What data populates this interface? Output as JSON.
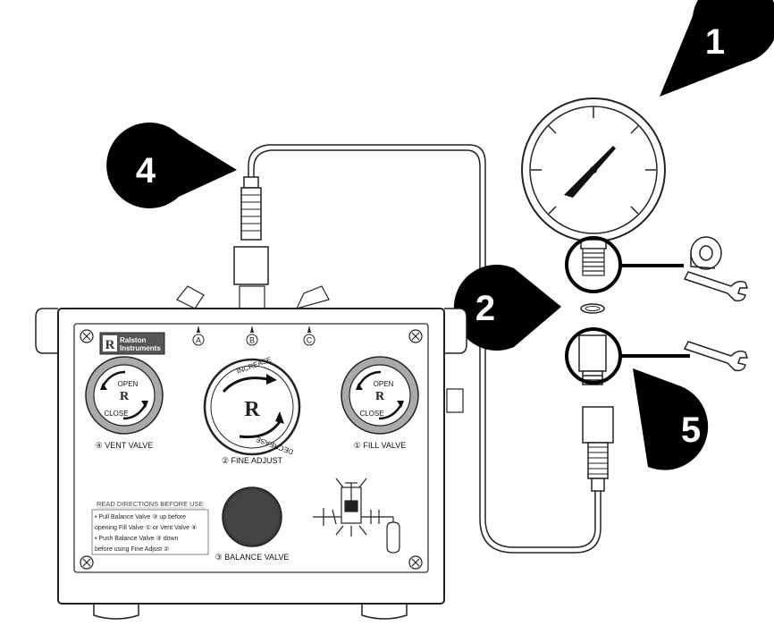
{
  "callouts": [
    "1",
    "2",
    "4",
    "5"
  ],
  "brand": {
    "line1": "Ralston",
    "line2": "Instruments",
    "logo_letter": "R"
  },
  "ports": [
    "A",
    "B",
    "C"
  ],
  "valves": {
    "vent": {
      "open": "OPEN",
      "close": "CLOSE",
      "name": "④ VENT VALVE",
      "logo": "R"
    },
    "fill": {
      "open": "OPEN",
      "close": "CLOSE",
      "name": "① FILL VALVE",
      "logo": "R"
    },
    "fine": {
      "increase": "INCREASE",
      "decrease": "DECREASE",
      "name": "② FINE ADJUST",
      "logo": "R"
    },
    "balance": {
      "name": "③ BALANCE VALVE"
    }
  },
  "directions": {
    "title": "READ DIRECTIONS BEFORE USE",
    "lines": [
      "• Pull Balance Valve ③ up before",
      "opening Fill Valve ① or Vent Valve ④",
      "• Push Balance Valve ③ down",
      "before using Fine Adjust ②"
    ]
  },
  "icons": [
    "gauge-icon",
    "thread-tape-icon",
    "wrench-icon",
    "o-ring-icon",
    "pneumatic-schematic-icon"
  ]
}
